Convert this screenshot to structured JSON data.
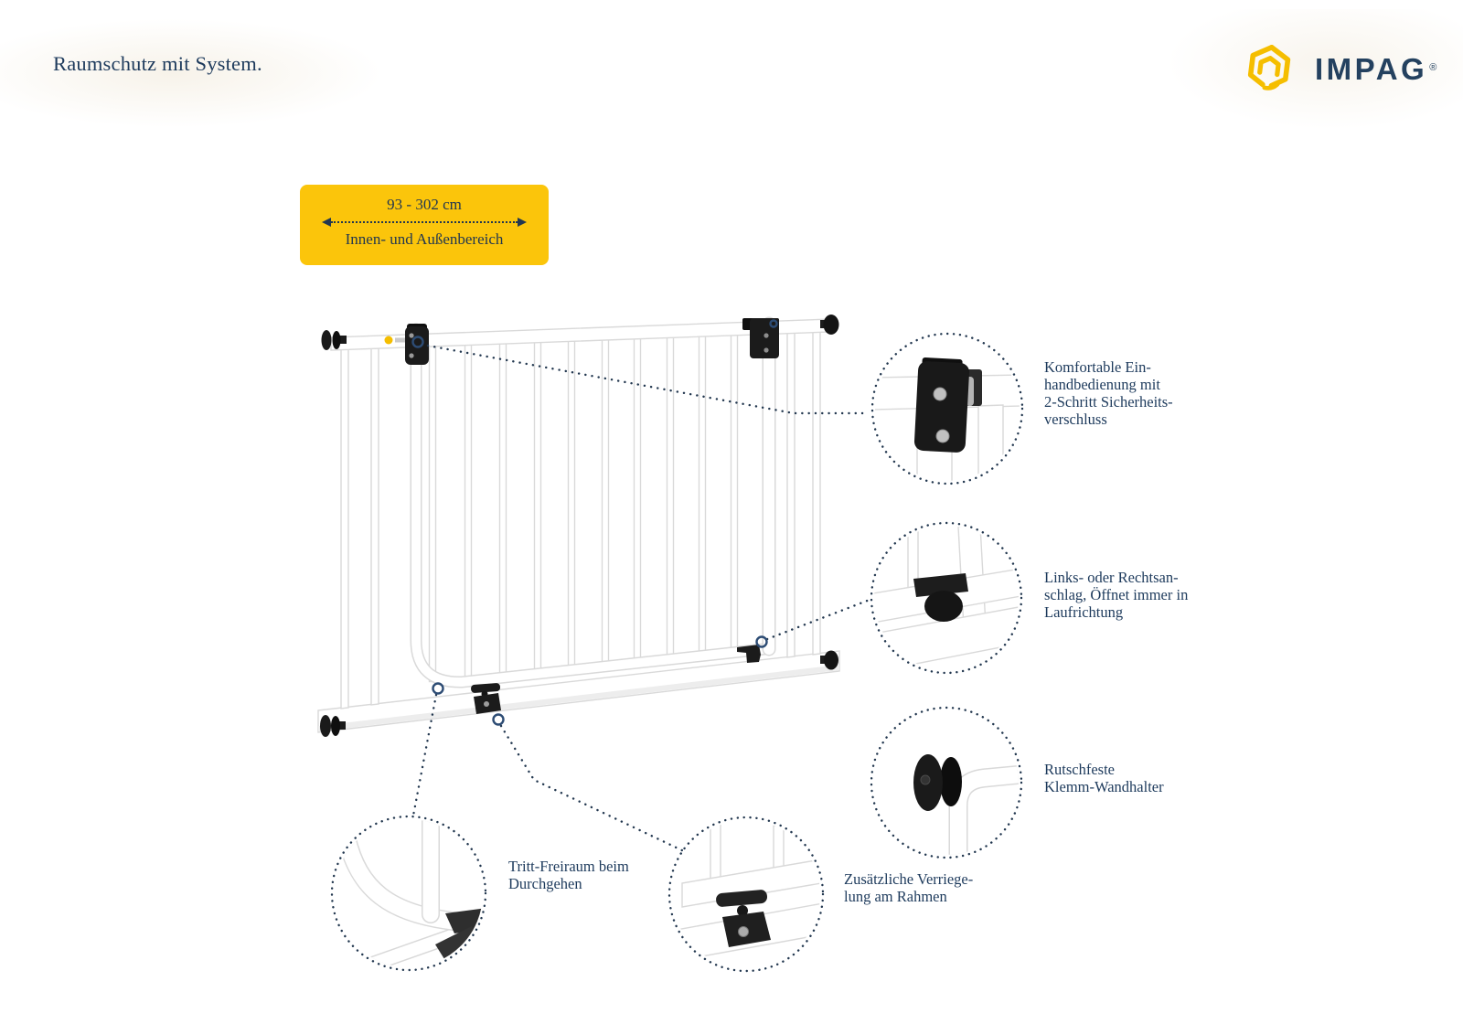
{
  "header": {
    "headline": "Raumschutz mit System.",
    "logo": {
      "wordmark": "IMPAG",
      "registered_mark": "®"
    }
  },
  "badge": {
    "range_label": "93 - 302 cm",
    "area_label": "Innen- und Außenbereich"
  },
  "annotations": {
    "handle": "Komfortable Ein-\nhandbedienung mit\n2-Schritt Sicherheits-\nverschluss",
    "hinge_direction": "Links- oder Rechtsan-\nschlag, Öffnet immer in\nLaufrichtung",
    "wall_clamp": "Rutschfeste\nKlemm-Wandhalter",
    "step_clearance": "Tritt-Freiraum beim\nDurchgehen",
    "frame_lock": "Zusätzliche Verriege-\nlung am Rahmen"
  },
  "colors": {
    "navy": "#1d3a5c",
    "brand_yellow": "#f5be00",
    "badge_yellow": "#fbc50b",
    "badge_text": "#223750"
  }
}
